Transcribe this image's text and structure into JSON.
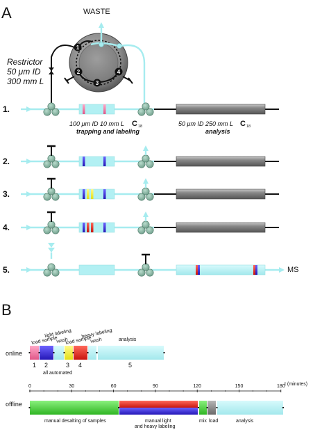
{
  "panelA": {
    "letter": "A",
    "waste": "WASTE",
    "restrictor": [
      "Restrictor",
      "50 μm ID",
      "300 mm L"
    ],
    "valve_ports": [
      "1",
      "2",
      "3",
      "4"
    ],
    "trap_caption": "100 μm ID 10 mm L",
    "trap_sub": "trapping and labeling",
    "col_caption": "50 μm ID 250 mm L",
    "col_sub": "analysis",
    "c_letter": "C",
    "c_sub": "18",
    "ms_label": "MS",
    "steps": [
      {
        "label": "1."
      },
      {
        "label": "2."
      },
      {
        "label": "3."
      },
      {
        "label": "4."
      },
      {
        "label": "5."
      }
    ]
  },
  "panelB": {
    "letter": "B",
    "online_label": "online",
    "offline_label": "offline",
    "online_segments": [
      "load sample",
      "light labeling",
      "wash",
      "load sample",
      "heavy labeling",
      "wash",
      "analysis"
    ],
    "online_numbers": [
      "1",
      "2",
      "3",
      "4",
      "5"
    ],
    "all_automated": "all automated",
    "axis_unit": "t (minutes)",
    "axis_ticks": [
      "0",
      "30",
      "60",
      "90",
      "120",
      "150",
      "180"
    ],
    "offline_captions": [
      "manual desalting of samples",
      "manual light",
      "and heavy labeling",
      "mix",
      "load",
      "analysis"
    ]
  },
  "colors": {
    "capillary": "#a6ecef",
    "trap": "#b2f0f3",
    "column": "#8a8a8a",
    "tee": "#8fb9a8",
    "pink": "#f07aa5",
    "blue": "#3a2fd0",
    "yellow": "#f4f13a",
    "red": "#e8261e",
    "green": "#48d03c"
  }
}
